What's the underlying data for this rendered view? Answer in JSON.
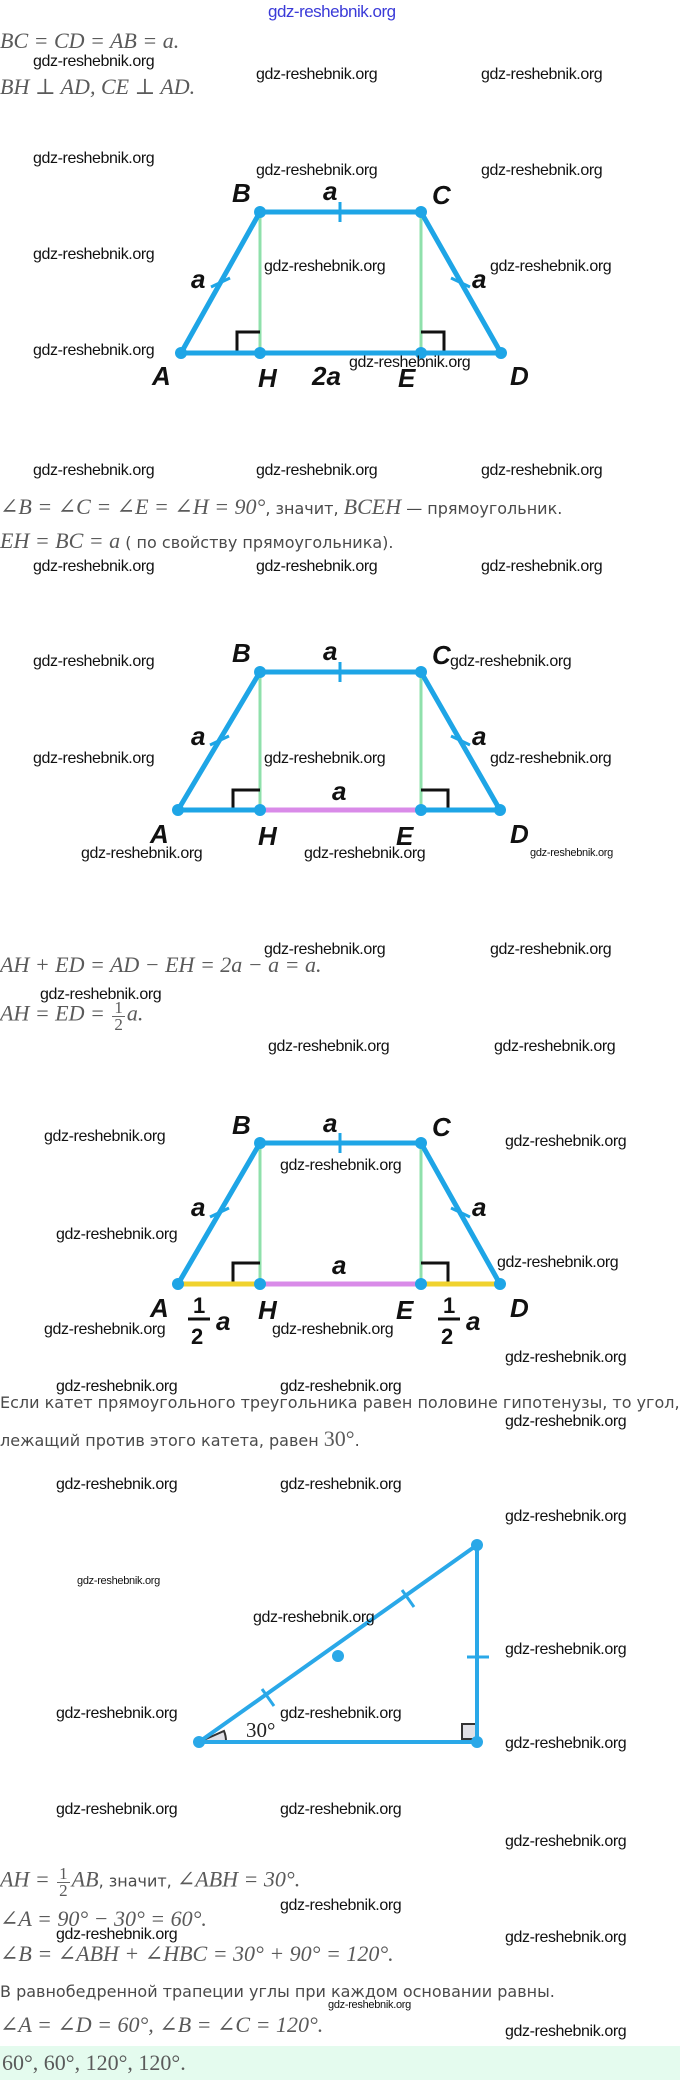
{
  "header_watermark": "gdz-reshebnik.org",
  "watermark": "gdz-reshebnik.org",
  "text": {
    "l1": "BC = CD = AB = a.",
    "l2": "BH ⊥ AD, CE ⊥ AD.",
    "l3_math": "∠B = ∠C = ∠E = ∠H = 90°",
    "l3_t1": ", значит, ",
    "l3_math2": "BCEH",
    "l3_t2": " — прямоугольник.",
    "l4_math": "EH = BC = a",
    "l4_t": " ( по свойству прямоугольника).",
    "l5": "AH + ED = AD − EH = 2a − a = a.",
    "l6_math": "AH = ED = ",
    "l6_num": "1",
    "l6_den": "2",
    "l6_end": "a.",
    "l7": "Если катет прямоугольного треугольника равен половине гипотенузы, то угол,",
    "l8_t": "лежащий против этого катета, равен ",
    "l8_math": "30°",
    "l8_end": ".",
    "l9_math": "AH = ",
    "l9_num": "1",
    "l9_den": "2",
    "l9_math2": "AB",
    "l9_t": ", значит, ",
    "l9_math3": "∠ABH = 30°.",
    "l10": "∠A = 90° − 30° = 60°.",
    "l11": "∠B = ∠ABH + ∠HBC = 30° + 90° = 120°.",
    "l12": "В равнобедренной трапеции углы при каждом основании равны.",
    "l13": "∠A = ∠D = 60°, ∠B = ∠C = 120°."
  },
  "answer": "60°, 60°, 120°, 120°.",
  "diagram1": {
    "B": "B",
    "C": "C",
    "A": "A",
    "H": "H",
    "E": "E",
    "D": "D",
    "top": "a",
    "left": "a",
    "right": "a",
    "bottom": "2a"
  },
  "diagram2": {
    "B": "B",
    "C": "C",
    "A": "A",
    "H": "H",
    "E": "E",
    "D": "D",
    "top": "a",
    "left": "a",
    "right": "a",
    "middle": "a"
  },
  "diagram3": {
    "B": "B",
    "C": "C",
    "A": "A",
    "H": "H",
    "E": "E",
    "D": "D",
    "top": "a",
    "left": "a",
    "right": "a",
    "middle": "a",
    "half_num": "1",
    "half_den": "2",
    "half_a": "a"
  },
  "triangle": {
    "angle": "30°"
  },
  "colors": {
    "line": "#1ea5e6",
    "height": "#8fe0ab",
    "middle": "#d98be8",
    "half": "#f0d22e",
    "answer_bg": "#e4fbee"
  }
}
